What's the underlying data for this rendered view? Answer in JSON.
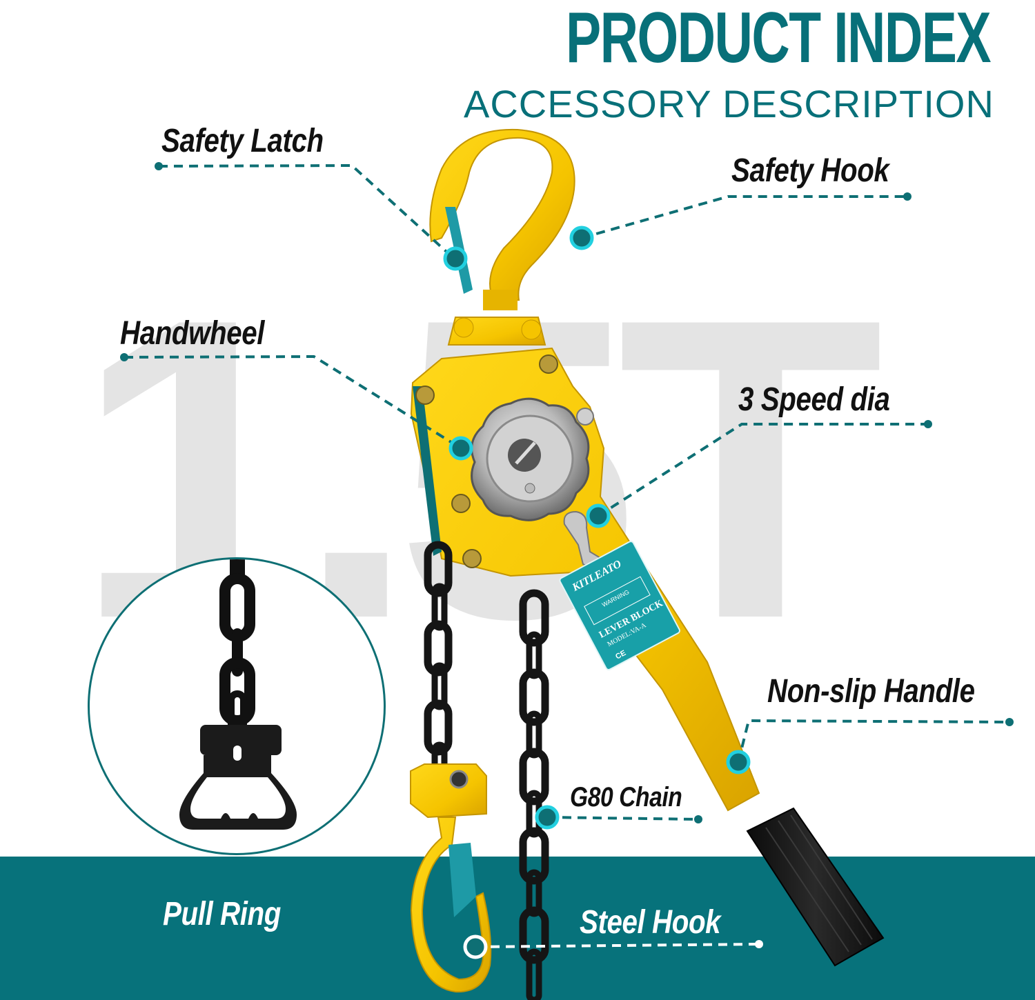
{
  "header": {
    "title": "PRODUCT INDEX",
    "subtitle": "ACCESSORY DESCRIPTION"
  },
  "watermark": {
    "capacity_text": "1.5T"
  },
  "callouts": [
    {
      "id": "safety-latch",
      "label": "Safety Latch"
    },
    {
      "id": "safety-hook",
      "label": "Safety Hook"
    },
    {
      "id": "handwheel",
      "label": "Handwheel"
    },
    {
      "id": "speed-dial",
      "label": "3 Speed dia"
    },
    {
      "id": "non-slip-handle",
      "label": "Non-slip Handle"
    },
    {
      "id": "g80-chain",
      "label": "G80 Chain"
    },
    {
      "id": "pull-ring",
      "label": "Pull Ring"
    },
    {
      "id": "steel-hook",
      "label": "Steel Hook"
    }
  ],
  "nameplate": {
    "brand": "KITLEATO",
    "warning_title": "WARNING",
    "product_name": "LEVER BLOCK",
    "model": "MODEL:VA-A",
    "ce_mark": "CE"
  },
  "colors": {
    "teal": "#07727b",
    "teal_dark": "#0e6f74",
    "cyan_ring": "#22d0e0",
    "yellow": "#f5c400",
    "grip_black": "#1a1a1a",
    "watermark_gray": "#e4e4e4"
  }
}
